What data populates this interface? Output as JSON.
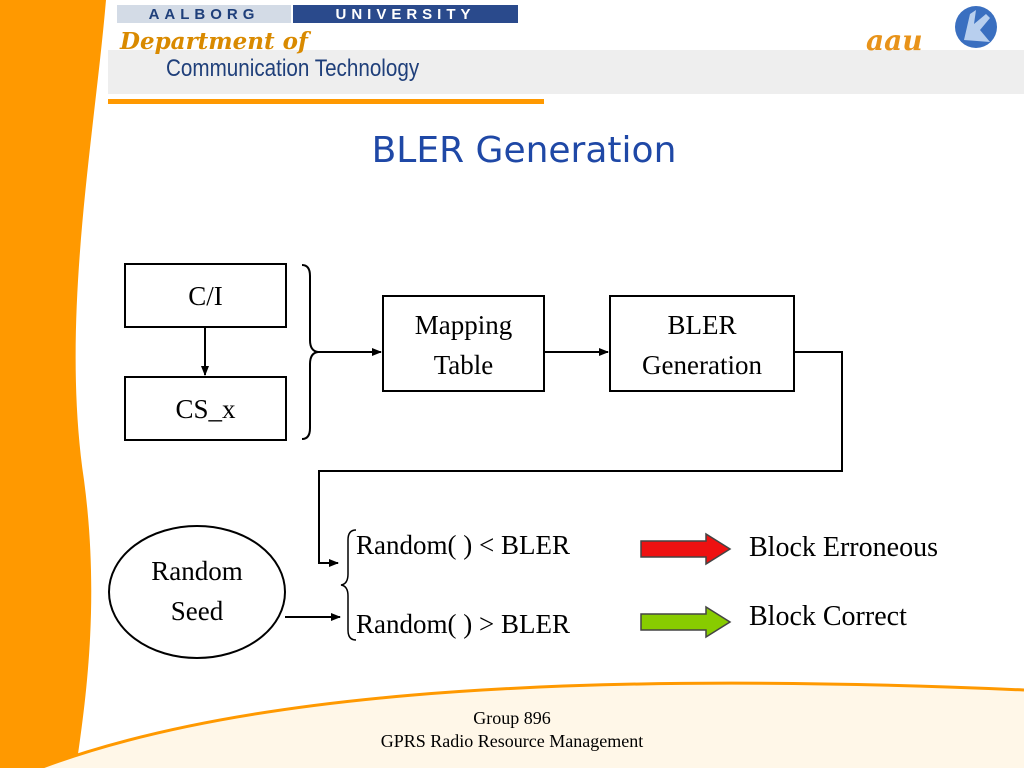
{
  "header": {
    "university_left": "AALBORG",
    "university_right": "UNIVERSITY",
    "department_of": "Department of",
    "department_name": "Communication Technology",
    "logo_text": "aau"
  },
  "slide": {
    "title": "BLER Generation"
  },
  "diagram": {
    "ci_box": "C/I",
    "csx_box": "CS_x",
    "mapping_table_box": [
      "Mapping",
      "Table"
    ],
    "bler_generation_box": [
      "BLER",
      "Generation"
    ],
    "random_seed": [
      "Random",
      "Seed"
    ],
    "condition_less": "Random( ) < BLER",
    "condition_greater": "Random( ) > BLER",
    "outcome_erroneous": "Block Erroneous",
    "outcome_correct": "Block Correct"
  },
  "colors": {
    "orange": "#ff9900",
    "navy": "#1f3f7a",
    "title_blue": "#1f48a6",
    "arrow_red": "#ee1111",
    "arrow_green": "#88cc00"
  },
  "footer": {
    "line1": "Group 896",
    "line2": "GPRS Radio Resource Management"
  }
}
